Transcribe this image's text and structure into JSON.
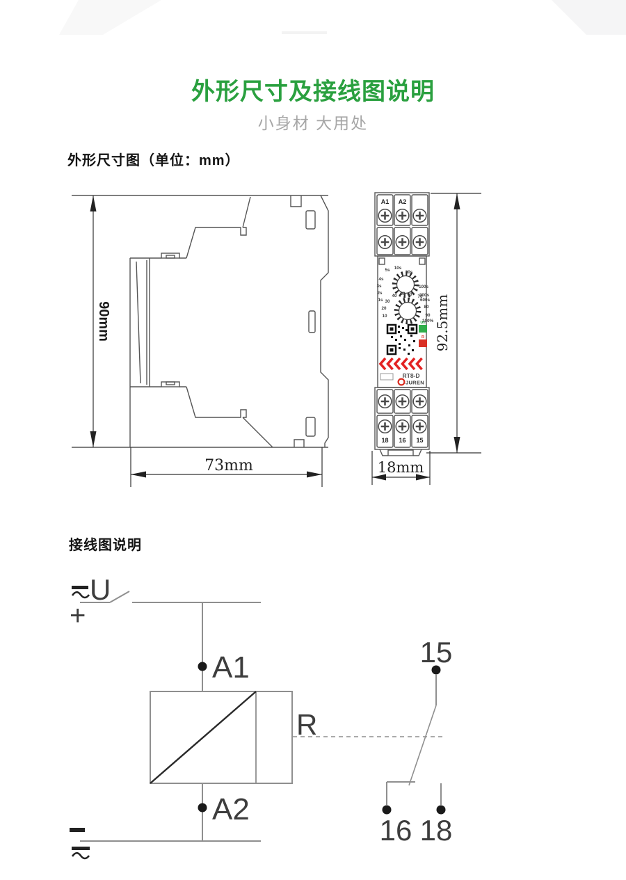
{
  "header": {
    "title": "外形尺寸及接线图说明",
    "subtitle": "小身材 大用处"
  },
  "sections": {
    "dimension_heading": "外形尺寸图（单位：mm）",
    "wiring_heading": "接线图说明"
  },
  "side_view": {
    "height_dim": "90mm",
    "width_dim": "73mm"
  },
  "front_view": {
    "height_dim": "92.5mm",
    "width_dim": "18mm",
    "terminal_labels_top": [
      "A1",
      "A2"
    ],
    "terminal_labels_bottom": [
      "18",
      "16",
      "15"
    ],
    "time_dial_labels": [
      "1s",
      "2s",
      "3s",
      "4s",
      "5s",
      "10s",
      "30s",
      "100s",
      "300s",
      "600s"
    ],
    "percent_dial_labels": [
      "10",
      "20",
      "30",
      "40",
      "50",
      "60",
      "70",
      "80",
      "90",
      "100%"
    ],
    "led_labels": {
      "green": "Un",
      "red": "R"
    },
    "model": "RT8-D",
    "brand": "JUREN"
  },
  "wiring": {
    "source_top": {
      "acdc_symbol": "≂",
      "voltage": "U",
      "polarity": "+"
    },
    "source_bottom": {
      "polarity": "−",
      "acdc_symbol": "≂"
    },
    "coil": {
      "top": "A1",
      "bottom": "A2",
      "relay": "R"
    },
    "contacts": {
      "common": "15",
      "nc": "16",
      "no": "18"
    }
  },
  "colors": {
    "accent_green": "#2aa03f",
    "subtitle_gray": "#a6a6a6",
    "drawing_gray": "#555555",
    "wire_gray": "#8f8f8f",
    "led_green": "#2fae4a",
    "led_red": "#d93025",
    "chevron_red": "#e32222"
  }
}
